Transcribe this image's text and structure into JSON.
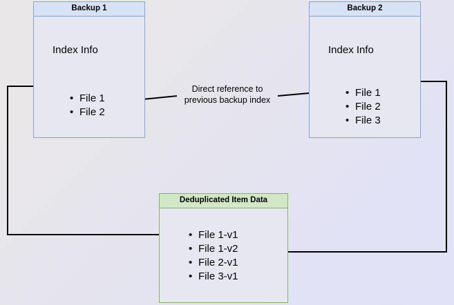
{
  "diagram": {
    "title": "Backup deduplication index reference diagram",
    "background": {
      "color_start": "#e9e7e7",
      "color_end": "#e1e1f7"
    },
    "colors": {
      "blue_border": "#7ea6d9",
      "blue_header_fill": "#d6e2f5",
      "green_border": "#82b366",
      "green_header_fill": "#d2e6c8",
      "node_fill": "#e7e7f2",
      "edge_stroke": "#000000"
    },
    "nodes": {
      "backup1": {
        "header": "Backup 1",
        "caption": "Index Info",
        "items": [
          "File 1",
          "File 2"
        ]
      },
      "backup2": {
        "header": "Backup 2",
        "caption": "Index Info",
        "items": [
          "File 1",
          "File 2",
          "File 3"
        ]
      },
      "dedup": {
        "header": "Deduplicated Item Data",
        "items": [
          "File 1-v1",
          "File 1-v2",
          "File 2-v1",
          "File 3-v1"
        ]
      }
    },
    "edges": {
      "direct_reference_label": "Direct reference to\nprevious backup index"
    }
  }
}
